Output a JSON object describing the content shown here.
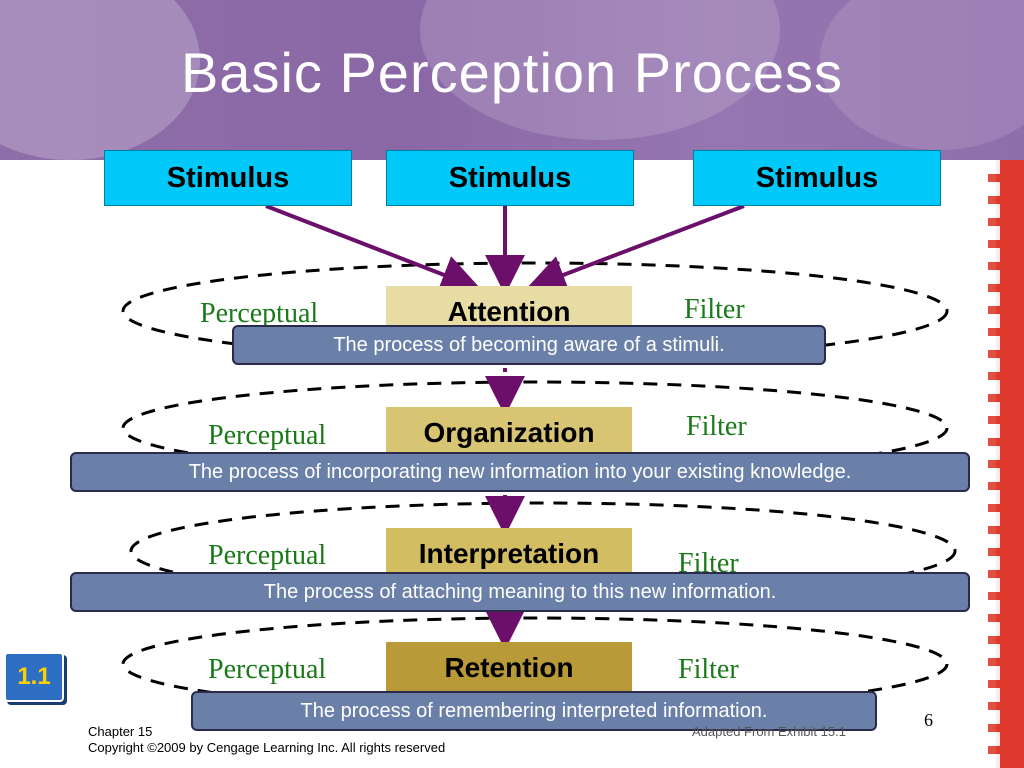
{
  "title": "Basic Perception Process",
  "stimuli": [
    "Stimulus",
    "Stimulus",
    "Stimulus"
  ],
  "stages": [
    {
      "name": "Attention",
      "left_label": "Perceptual",
      "right_label": "Filter",
      "description": "The process of becoming aware of a stimuli."
    },
    {
      "name": "Organization",
      "left_label": "Perceptual",
      "right_label": "Filter",
      "description": "The process of incorporating new information into your existing knowledge."
    },
    {
      "name": "Interpretation",
      "left_label": "Perceptual",
      "right_label": "Filter",
      "description": "The process of attaching meaning to this new information."
    },
    {
      "name": "Retention",
      "left_label": "Perceptual",
      "right_label": "Filter",
      "description": "The process of remembering interpreted information."
    }
  ],
  "badge": "1.1",
  "footer": {
    "chapter": "Chapter 15",
    "copyright": "Copyright ©2009 by Cengage Learning Inc.  All rights reserved",
    "source": "Adapted From Exhibit 15.1",
    "page_number": "6"
  },
  "colors": {
    "banner": "#8e6ea8",
    "stimulus_box": "#00c8f8",
    "stage_1": "#e6dca4",
    "stage_2": "#d8c574",
    "stage_3": "#d2bd62",
    "stage_4": "#b89a38",
    "description_box": "#6a80a8",
    "arrow": "#6b0f6b",
    "label_green": "#1a7a1a",
    "accent_red": "#e03a2e"
  }
}
